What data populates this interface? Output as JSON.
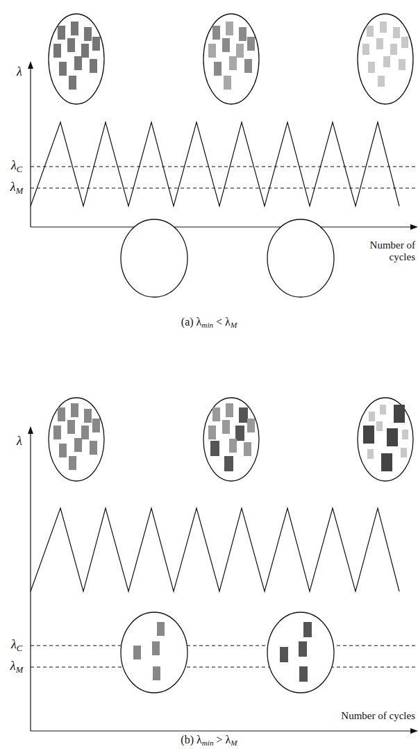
{
  "diagram": {
    "labels": [
      "λ",
      "λC",
      "λM",
      "Number of cycles",
      "(a) λmin < λM",
      "λ",
      "λC",
      "λM",
      "Number of cycles",
      "(b) λmin > λM"
    ]
  }
}
